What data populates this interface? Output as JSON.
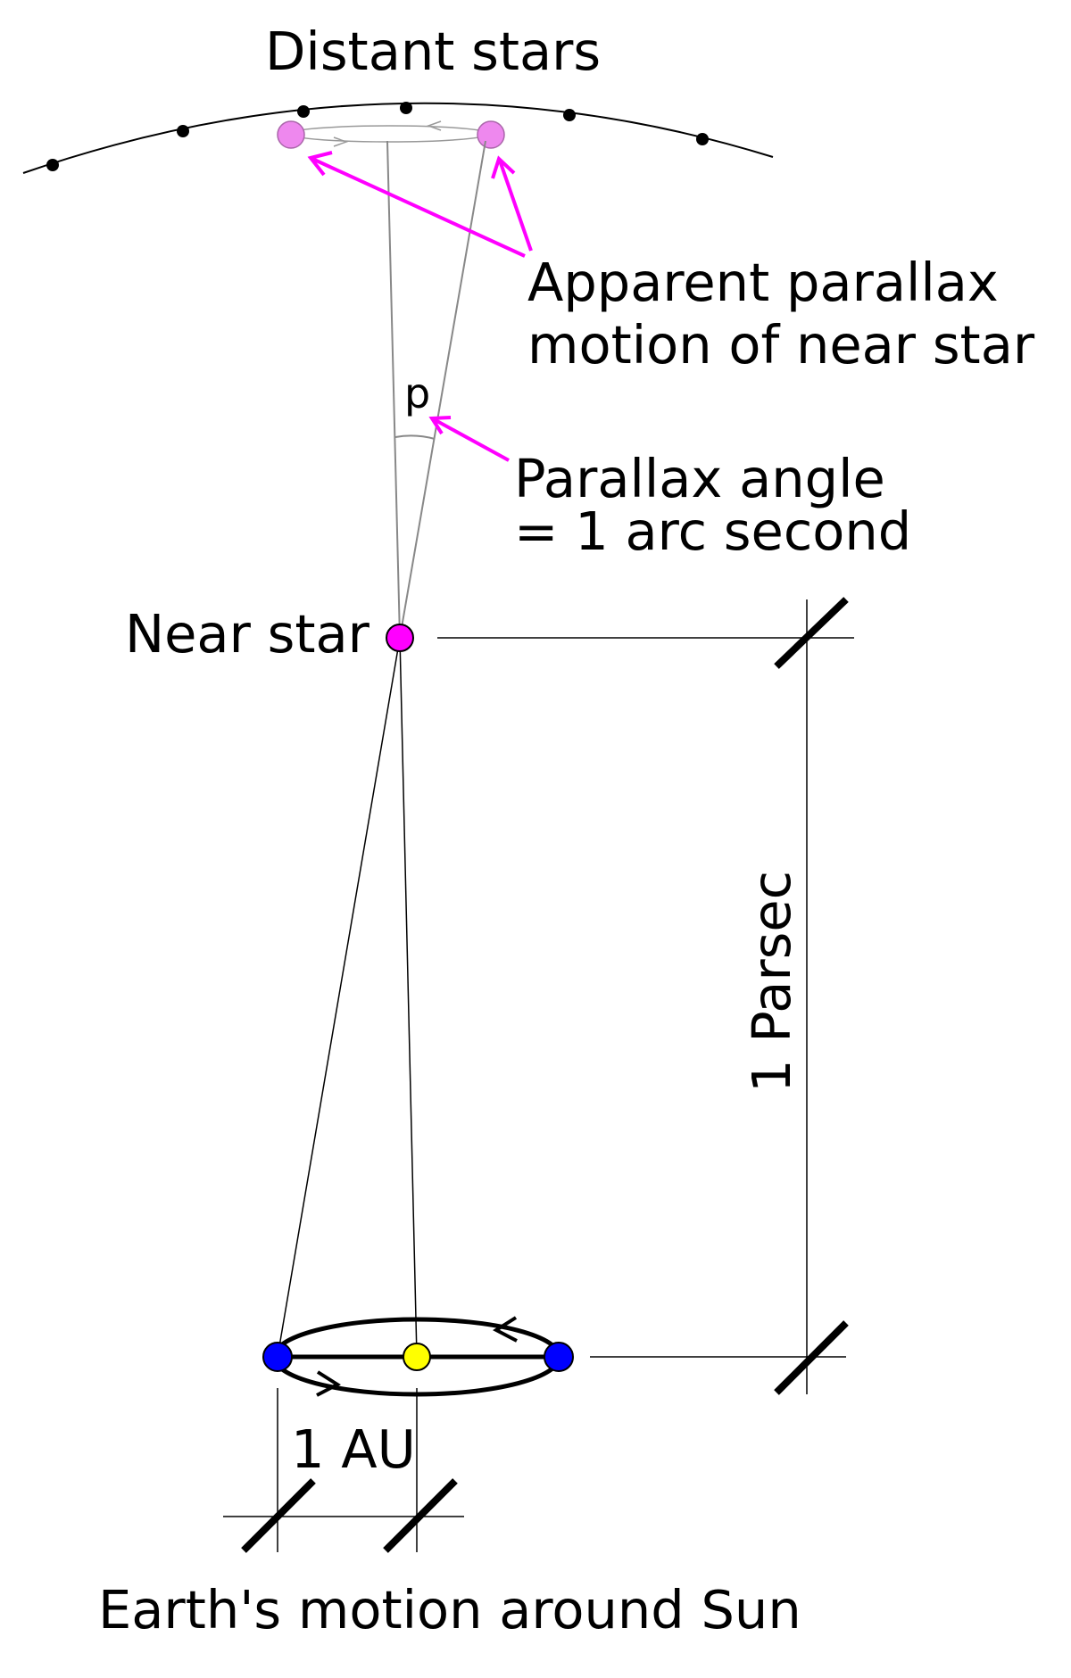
{
  "labels": {
    "distant_stars": "Distant stars",
    "apparent_motion_line1": "Apparent parallax",
    "apparent_motion_line2": "motion of near star",
    "p": "p",
    "parallax_angle_line1": "Parallax angle",
    "parallax_angle_line2": "= 1 arc second",
    "near_star": "Near star",
    "parsec": "1 Parsec",
    "au": "1 AU",
    "earth_motion": "Earth's motion around Sun"
  },
  "colors": {
    "near_star": "#ff00ff",
    "apparent_star": "#ee88ee",
    "annotation_arrow": "#ff00ff",
    "earth": "#0000ff",
    "sun": "#ffff00",
    "sight_line": "#888888",
    "line": "#000000"
  }
}
